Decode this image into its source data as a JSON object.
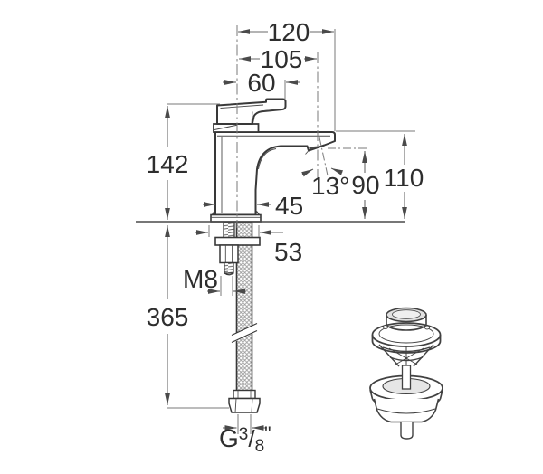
{
  "figure": {
    "kind": "faucet technical dimension drawing with pop-up waste illustration"
  },
  "dimensions": {
    "overall_projection": "120",
    "spout_projection": "105",
    "handle_projection": "60",
    "height_to_handle": "142",
    "body_width": "45",
    "spout_angle": "13°",
    "outlet_height": "90",
    "spout_height": "110",
    "base_depth": "53",
    "fixing_stud_thread": "M8",
    "hose_length": "365",
    "hose_fitting": {
      "g": "G",
      "num": "3",
      "slash": "/",
      "den": "8",
      "inch": "\""
    }
  },
  "colors": {
    "outline": "#383838",
    "dimension_line": "#6a6a6a",
    "text": "#2e2e2e",
    "background": "#ffffff"
  }
}
